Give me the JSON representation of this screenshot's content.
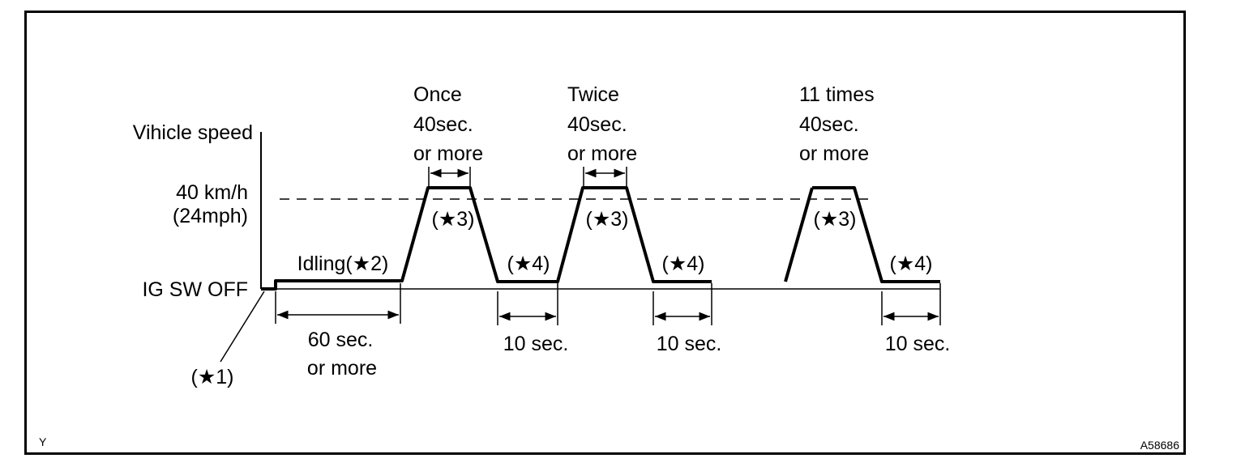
{
  "axis": {
    "y_label": "Vihicle speed",
    "speed_metric": "40 km/h",
    "speed_imperial": "(24mph)",
    "baseline_label": "IG SW OFF"
  },
  "steps": {
    "ig_off": "(★1)",
    "idling": "Idling(★2)",
    "idle_time_line1": "60 sec.",
    "idle_time_line2": "or more"
  },
  "cycles": [
    {
      "count": "Once",
      "duration": "40sec.",
      "qualifier": "or more",
      "drive": "(★3)",
      "stop": "(★4)",
      "stop_time": "10 sec."
    },
    {
      "count": "Twice",
      "duration": "40sec.",
      "qualifier": "or more",
      "drive": "(★3)",
      "stop": "(★4)",
      "stop_time": "10 sec."
    },
    {
      "count": "11 times",
      "duration": "40sec.",
      "qualifier": "or more",
      "drive": "(★3)",
      "stop": "(★4)",
      "stop_time": "10 sec."
    }
  ],
  "footer": {
    "left_code": "Y",
    "figure_id": "A58686"
  }
}
